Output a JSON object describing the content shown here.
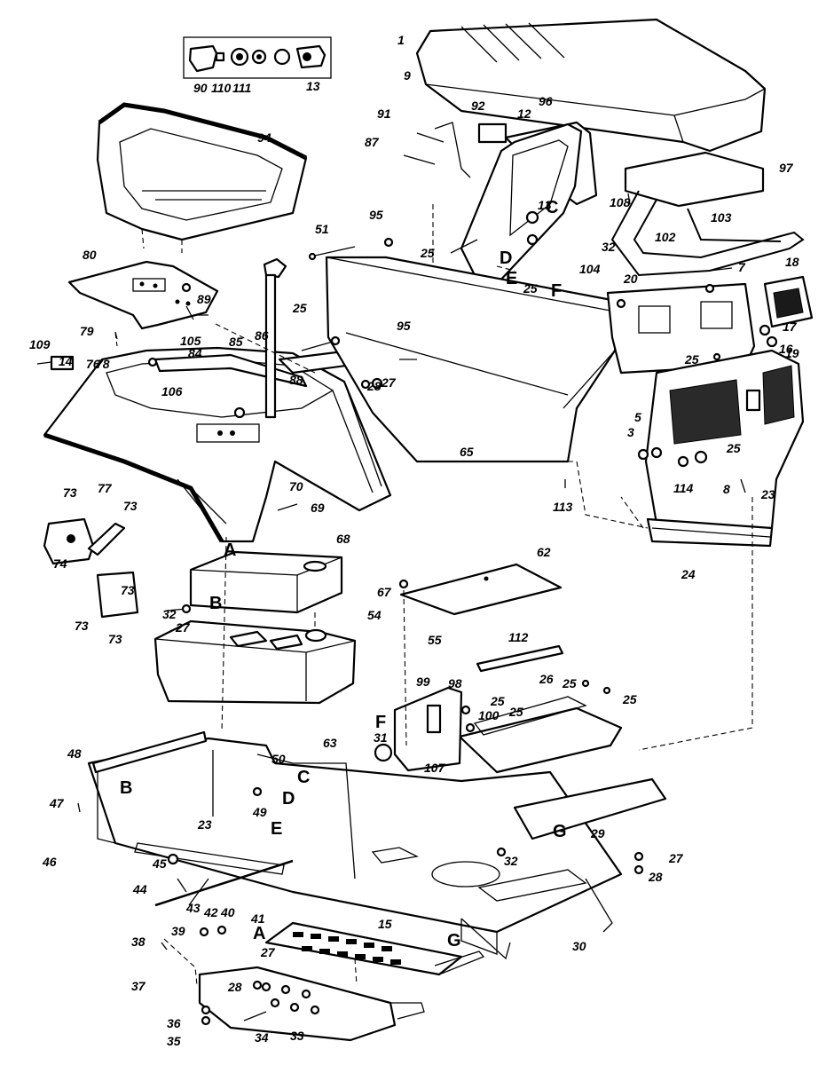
{
  "diagram": {
    "ink_color": "#000000",
    "background_color": "#ffffff",
    "part_labels": [
      "1",
      "3",
      "5",
      "7",
      "8",
      "9",
      "12",
      "13",
      "13",
      "14",
      "15",
      "16",
      "17",
      "18",
      "19",
      "20",
      "23",
      "23",
      "24",
      "25",
      "25",
      "25",
      "25",
      "25",
      "25",
      "25",
      "25",
      "25",
      "26",
      "27",
      "27",
      "27",
      "27",
      "28",
      "28",
      "28",
      "29",
      "30",
      "31",
      "32",
      "32",
      "32",
      "33",
      "34",
      "35",
      "36",
      "37",
      "38",
      "39",
      "40",
      "41",
      "42",
      "43",
      "44",
      "45",
      "46",
      "47",
      "48",
      "49",
      "50",
      "51",
      "54",
      "55",
      "62",
      "63",
      "65",
      "67",
      "68",
      "69",
      "70",
      "73",
      "73",
      "73",
      "73",
      "73",
      "74",
      "76",
      "77",
      "78",
      "79",
      "80",
      "84",
      "85",
      "86",
      "87",
      "88",
      "89",
      "90",
      "91",
      "92",
      "94",
      "95",
      "95",
      "96",
      "97",
      "98",
      "99",
      "100",
      "102",
      "103",
      "104",
      "105",
      "106",
      "107",
      "108",
      "109",
      "110",
      "111",
      "112",
      "113",
      "114"
    ],
    "connection_letters": [
      "A",
      "A",
      "B",
      "B",
      "C",
      "C",
      "D",
      "D",
      "E",
      "E",
      "F",
      "F",
      "G",
      "G"
    ]
  }
}
